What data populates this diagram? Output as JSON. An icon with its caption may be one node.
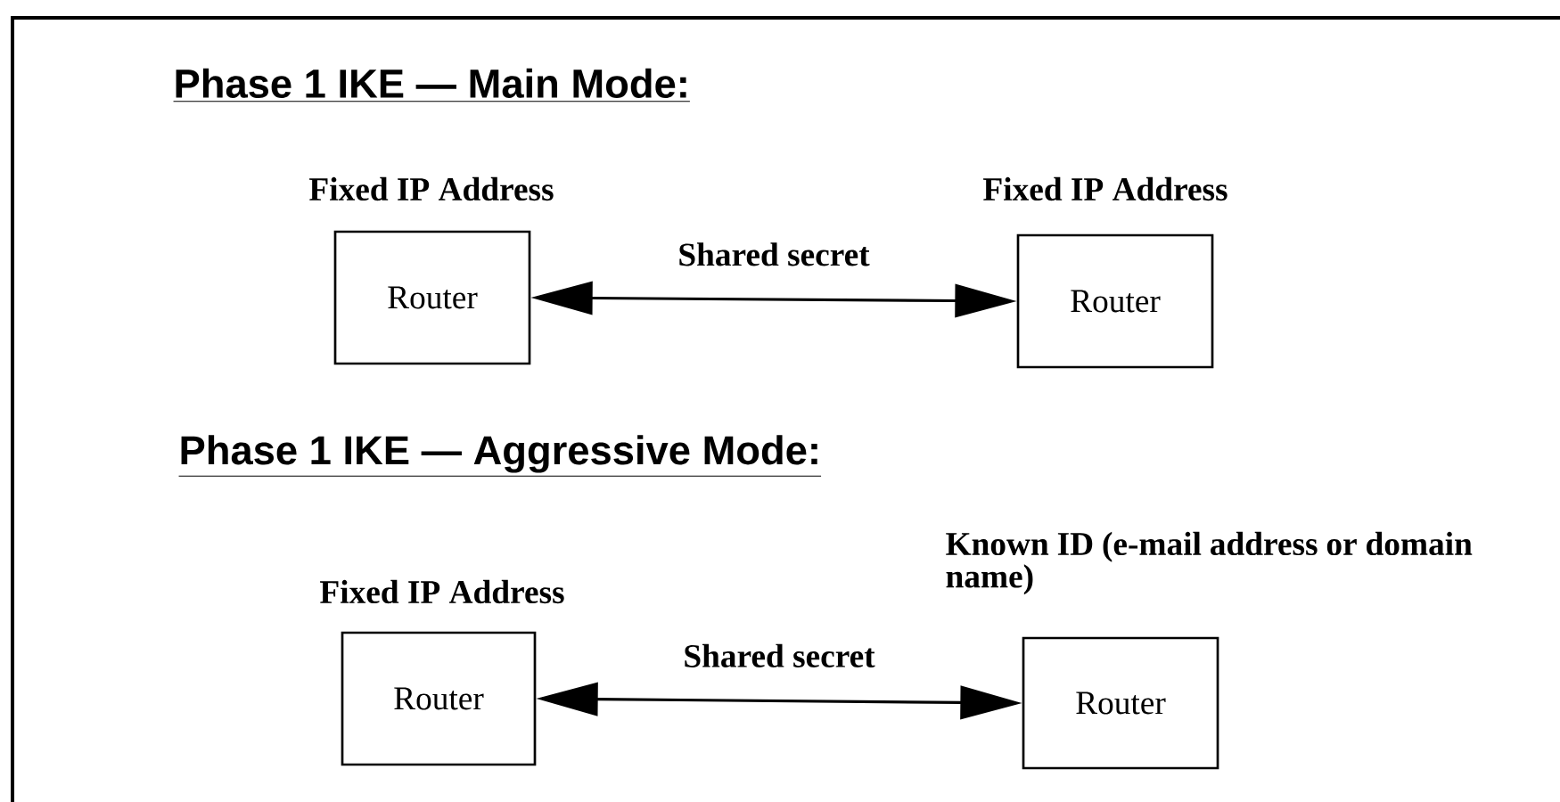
{
  "diagram": {
    "nodes": [
      {
        "text": [
          "Router"
        ],
        "beside": [
          "Fixed IP Address"
        ]
      },
      {
        "text": [
          "Router"
        ],
        "beside": [
          "Fixed IP Address"
        ]
      },
      {
        "text": [
          "Router"
        ],
        "beside": [
          "Fixed IP Address"
        ]
      },
      {
        "text": [
          "Router"
        ],
        "beside": [
          "Known ID (e-mail address or domain name)"
        ]
      }
    ],
    "edges": [
      {
        "from": 0,
        "to": 1,
        "arrow": "both",
        "label": "Shared secret"
      },
      {
        "from": 2,
        "to": 3,
        "arrow": "both",
        "label": "Shared secret"
      }
    ],
    "labels": [
      "Phase 1 IKE — Main Mode:",
      "Phase 1 IKE — Aggressive Mode:"
    ]
  }
}
